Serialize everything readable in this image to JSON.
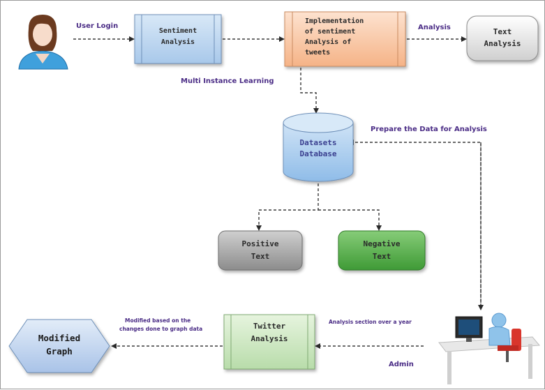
{
  "flow_labels": {
    "user_login": "User Login",
    "analysis": "Analysis",
    "multi_instance_learning": "Multi Instance Learning",
    "prepare_data": "Prepare the Data for Analysis",
    "modified_based_line1": "Modified based on the",
    "modified_based_line2": "changes done to graph data",
    "analysis_section": "Analysis section over a year",
    "admin": "Admin"
  },
  "nodes": {
    "sentiment_analysis": {
      "line1": "Sentiment",
      "line2": "Analysis"
    },
    "implementation": {
      "line1": "Implementation",
      "line2": "of sentiment",
      "line3": "Analysis of",
      "line4": "tweets"
    },
    "text_analysis": {
      "line1": "Text",
      "line2": "Analysis"
    },
    "datasets_database": {
      "line1": "Datasets",
      "line2": "Database"
    },
    "positive_text": {
      "line1": "Positive",
      "line2": "Text"
    },
    "negative_text": {
      "line1": "Negative",
      "line2": "Text"
    },
    "twitter_analysis": {
      "line1": "Twitter",
      "line2": "Analysis"
    },
    "modified_graph": {
      "line1": "Modified",
      "line2": "Graph"
    }
  },
  "colors": {
    "label_purple": "#4b2d86",
    "sentiment_fill": "#b7d3ee",
    "implementation_fill": "#f9c8a6",
    "text_analysis_fill": "#e3e3e3",
    "database_fill": "#a9cdee",
    "positive_fill": "#a7a7a7",
    "negative_fill": "#55ad4a",
    "twitter_fill": "#cfe8c4",
    "graph_fill": "#bcd2ee"
  },
  "icons": {
    "user": "user-avatar-icon",
    "admin": "admin-workstation-icon"
  }
}
